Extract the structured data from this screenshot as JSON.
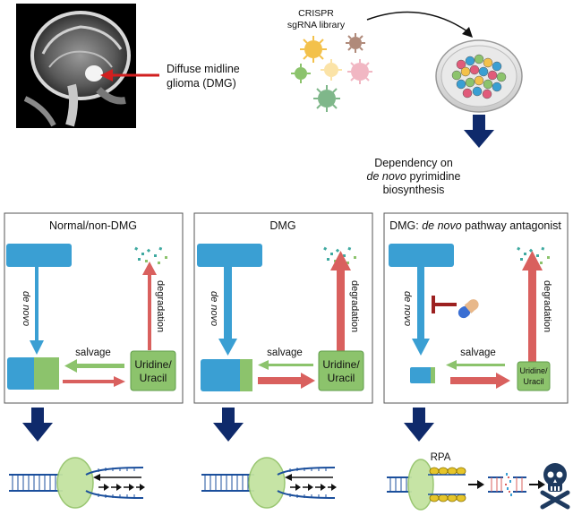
{
  "top": {
    "mri_label_line1": "Diffuse midline",
    "mri_label_line2": "glioma (DMG)",
    "crispr_line1": "CRISPR",
    "crispr_line2": "sgRNA library",
    "dependency_line1": "Dependency on",
    "dependency_line2_italic": "de novo",
    "dependency_line2_rest": " pyrimidine",
    "dependency_line3": "biosynthesis"
  },
  "panels": [
    {
      "title": "Normal/non-DMG",
      "de_novo": "de novo",
      "degradation": "degradation",
      "salvage": "salvage",
      "uridine_line1": "Uridine/",
      "uridine_line2": "Uracil"
    },
    {
      "title": "DMG",
      "de_novo": "de novo",
      "degradation": "degradation",
      "salvage": "salvage",
      "uridine_line1": "Uridine/",
      "uridine_line2": "Uracil"
    },
    {
      "title_prefix": "DMG: ",
      "title_italic": "de novo",
      "title_suffix": " pathway antagonist",
      "de_novo": "de novo",
      "degradation": "degradation",
      "salvage": "salvage",
      "uridine_line1": "Uridine/",
      "uridine_line2": "Uracil"
    }
  ],
  "bottom": {
    "rpa_label": "RPA"
  },
  "colors": {
    "blue_box": "#3a9fd3",
    "green": "#8cc36c",
    "red_arrow": "#d9605e",
    "navy_arrow": "#0f2a6b",
    "panel_border": "#555555",
    "mri_arrow": "#d11f1f"
  }
}
